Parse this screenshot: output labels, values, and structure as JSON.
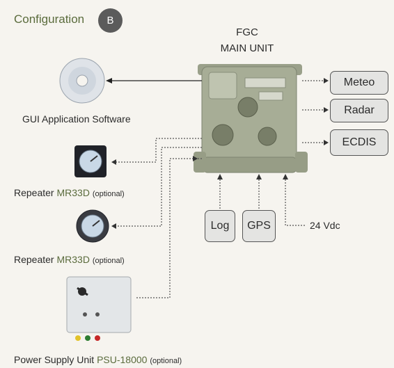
{
  "header": {
    "title": "Configuration",
    "badge": "B"
  },
  "main_unit": {
    "line1": "FGC",
    "line2": "MAIN UNIT"
  },
  "outputs": [
    "Meteo",
    "Radar",
    "ECDIS"
  ],
  "inputs": [
    "Log",
    "GPS"
  ],
  "power_input": "24 Vdc",
  "software": {
    "label": "GUI Application Software"
  },
  "repeaters": [
    {
      "prefix": "Repeater ",
      "model": "MR33D",
      "note": "(optional)"
    },
    {
      "prefix": "Repeater ",
      "model": "MR33D",
      "note": "(optional)"
    }
  ],
  "psu": {
    "prefix": "Power Supply Unit ",
    "model": "PSU-18000",
    "note": "(optional)"
  },
  "colors": {
    "accent": "#5a6b3c",
    "badge": "#5b5b5b",
    "box_fill": "#e4e4e2"
  }
}
